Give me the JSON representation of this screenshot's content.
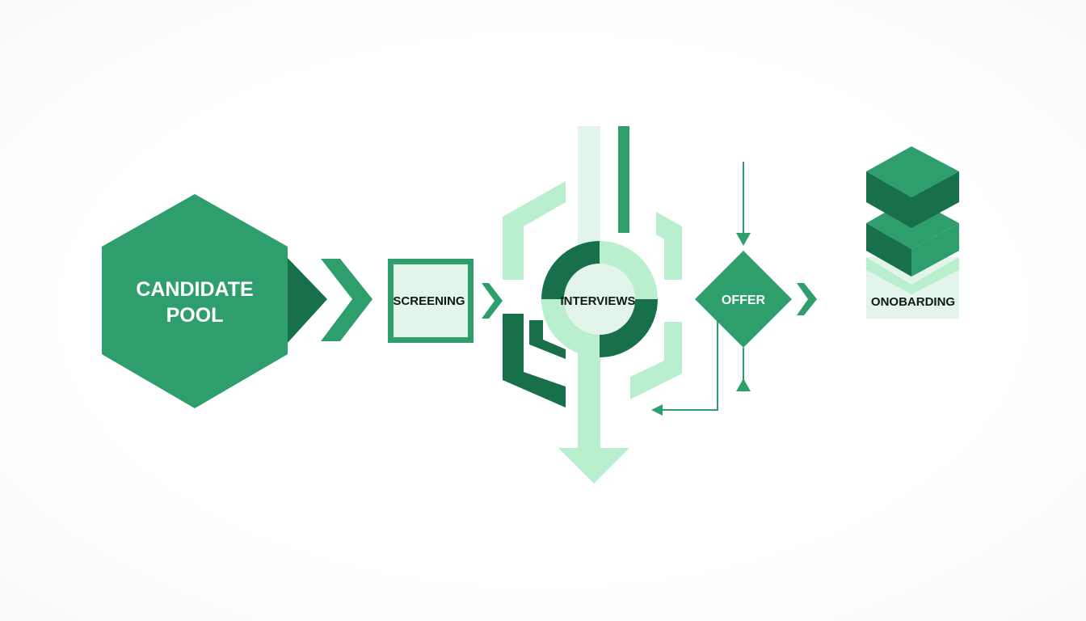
{
  "diagram": {
    "stages": [
      {
        "id": "pool",
        "label_line1": "CANDIDATE",
        "label_line2": "POOL"
      },
      {
        "id": "screening",
        "label": "SCREENING"
      },
      {
        "id": "interviews",
        "label": "INTERVIEWS"
      },
      {
        "id": "offer",
        "label": "OFFER"
      },
      {
        "id": "onboarding",
        "label": "ONOBARDING"
      }
    ]
  },
  "colors": {
    "dark_green": "#17704a",
    "mid_green": "#2f9e6d",
    "light_green": "#b9efcf",
    "pale_green": "#e3f5ea",
    "label_dark": "#0e1a14",
    "label_white": "#ffffff"
  }
}
